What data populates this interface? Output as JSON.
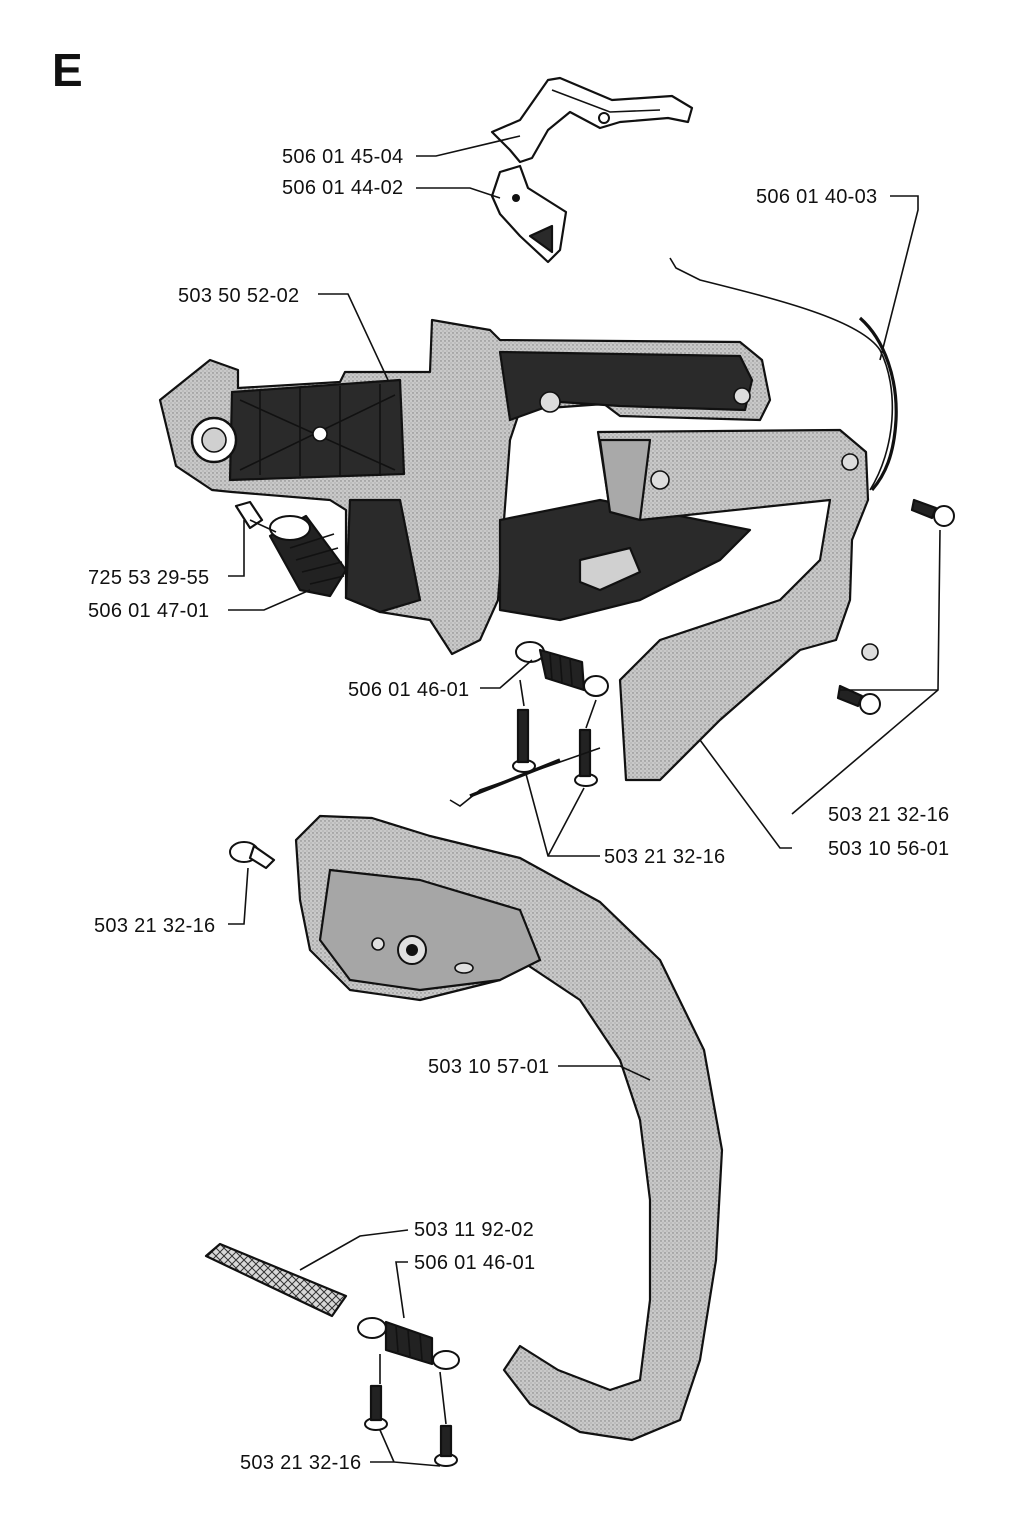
{
  "section_letter": "E",
  "labels": {
    "l1": "506 01 45-04",
    "l2": "506 01 44-02",
    "l3": "506 01 40-03",
    "l4": "503 50 52-02",
    "l5": "725 53 29-55",
    "l6": "506 01 47-01",
    "l7": "506 01 46-01",
    "l8": "503 21 32-16",
    "l9": "503 10 56-01",
    "l10": "503 21 32-16",
    "l11": "503 21 32-16",
    "l12": "503 10 57-01",
    "l13": "503 11 92-02",
    "l14": "506 01 46-01",
    "l15": "503 21 32-16"
  },
  "colors": {
    "ink": "#111111",
    "part_fill": "#bdbdbd",
    "part_shadow": "#2a2a2a",
    "background": "#ffffff"
  }
}
